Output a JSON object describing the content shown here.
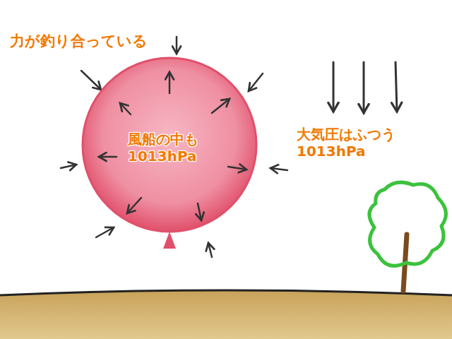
{
  "diagram": {
    "nodes": [
      {
        "text": [
          "風船の中も 1013hPa"
        ]
      }
    ],
    "labels": [
      "力が釣り合っている",
      "大気圧はふつう 1013hPa"
    ]
  }
}
